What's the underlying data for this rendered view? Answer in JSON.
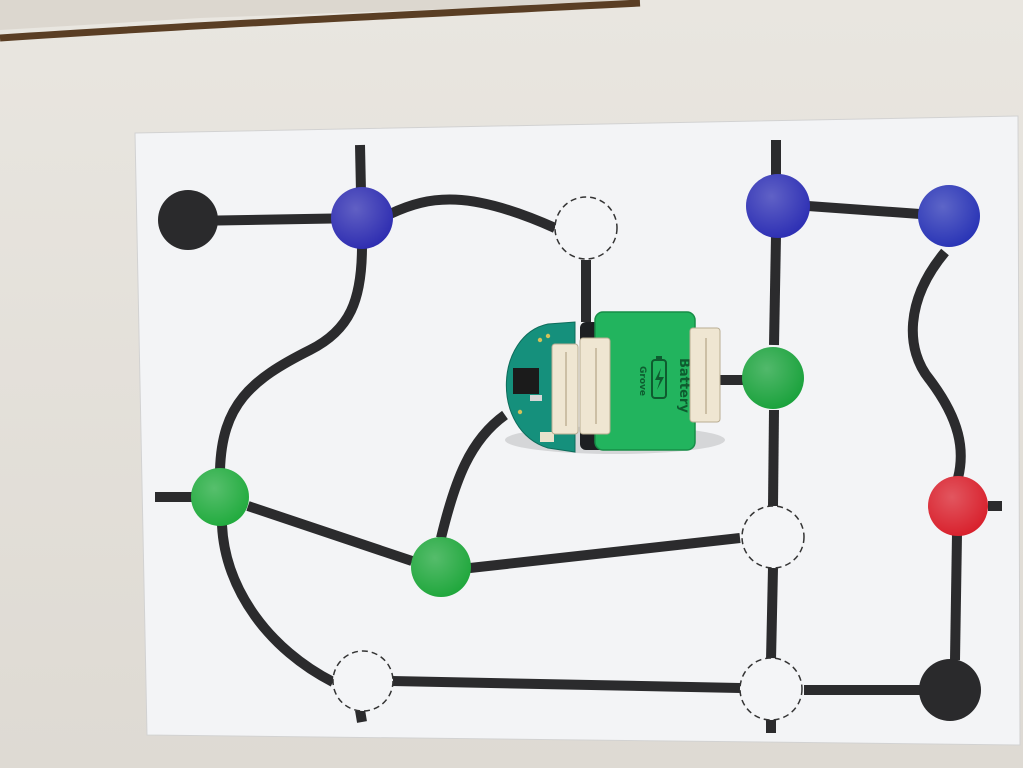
{
  "scene": {
    "colors": {
      "wall": "#e6e2dc",
      "paper": "#f4f5f7",
      "track": "#2b2b2d",
      "node_blue": "#2c2bb0",
      "node_green": "#1faa3c",
      "node_red": "#d81e2a",
      "node_black": "#2a2a2c",
      "robot_board": "#15907c",
      "battery_case": "#22b45e",
      "connector": "#efe6d2"
    },
    "robot": {
      "module_label": "Battery",
      "brand_label": "Grove",
      "icon": "battery-charge-icon"
    },
    "node_states": [
      "black",
      "blue",
      "empty",
      "blue",
      "blue",
      "green",
      "green",
      "green",
      "red",
      "empty",
      "empty",
      "empty",
      "black"
    ]
  }
}
